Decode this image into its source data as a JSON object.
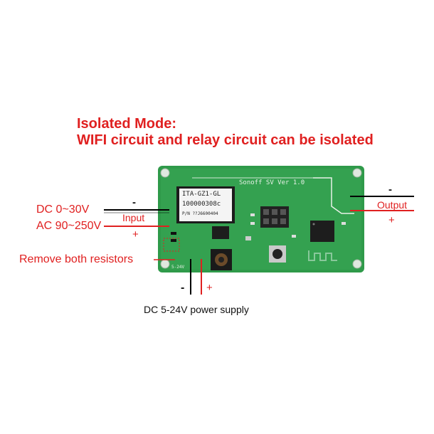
{
  "title": {
    "line1": "Isolated Mode:",
    "line2": "WIFI circuit and relay circuit can be isolated"
  },
  "labels": {
    "dc_input": "DC 0~30V",
    "ac_input": "AC 90~250V",
    "input": "Input",
    "input_minus": "-",
    "input_plus": "+",
    "output": "Output",
    "output_minus": "-",
    "output_plus": "+",
    "remove_resistors": "Remove both resistors",
    "power_minus": "-",
    "power_plus": "+",
    "power_supply": "DC 5-24V power supply"
  },
  "board": {
    "silkscreen": "Sonoff SV Ver 1.0",
    "relay_line1": "ITA-GZ1-GL",
    "relay_line2": "100000308c",
    "relay_line3": "P/N ??J6600404",
    "voltage_mark": "5-24V"
  },
  "colors": {
    "annotation_red": "#e02020",
    "pcb_green": "#2f9a4a",
    "wire_black": "#000000"
  }
}
